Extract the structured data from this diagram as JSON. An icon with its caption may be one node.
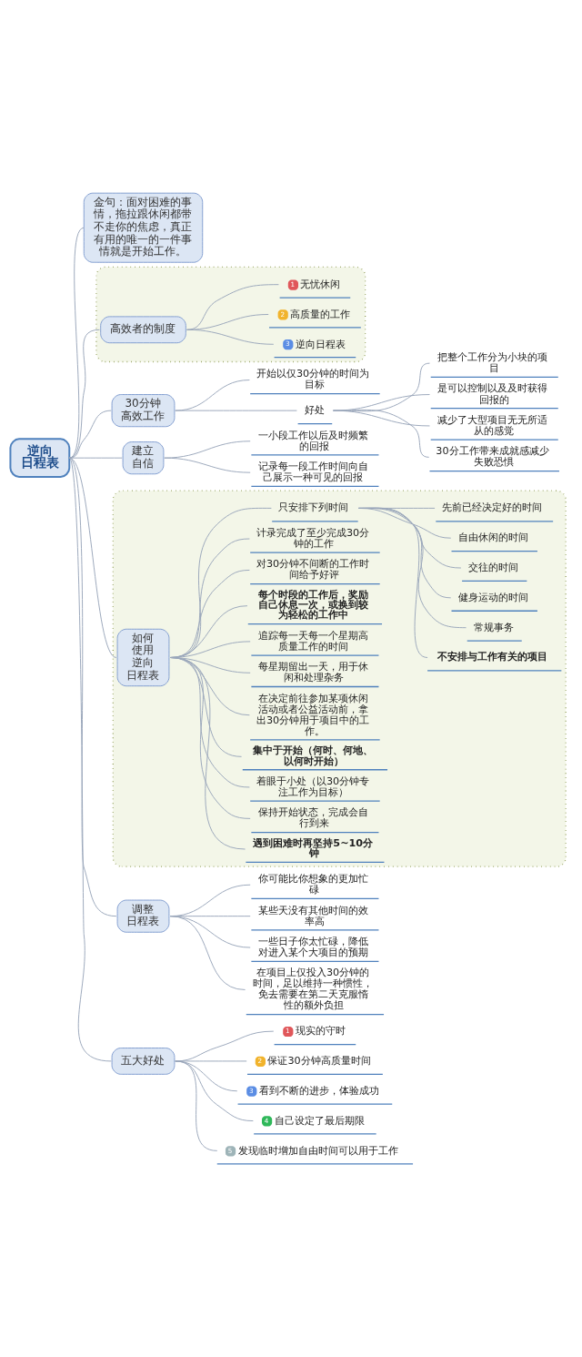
{
  "diagram": {
    "nodes": [
      {
        "text": [
          "逆向日程表"
        ]
      },
      {
        "text": [
          "金句：面对困难的事情，拖拉跟休闲都带不走你的焦虑，真正有用的唯一的一件事情就是开始工作。"
        ]
      },
      {
        "text": [],
        "shape": "box"
      },
      {
        "text": [
          "高效者的制度"
        ],
        "in": 2
      },
      {
        "text": [
          "1",
          "无忧休闲"
        ],
        "in": 2
      },
      {
        "text": [
          "2",
          "高质量的工作"
        ],
        "in": 2
      },
      {
        "text": [
          "3",
          "逆向日程表"
        ],
        "in": 2
      },
      {
        "text": [
          "30分钟高效工作"
        ]
      },
      {
        "text": [
          "开始以仅30分钟的时间为目标"
        ]
      },
      {
        "text": [
          "好处"
        ]
      },
      {
        "text": [
          "把整个工作分为小块的项目"
        ]
      },
      {
        "text": [
          "是可以控制以及及时获得回报的"
        ]
      },
      {
        "text": [
          "减少了大型项目无无所适从的感觉"
        ]
      },
      {
        "text": [
          "30分工作带来成就感减少失败恐惧"
        ]
      },
      {
        "text": [
          "建立自信"
        ]
      },
      {
        "text": [
          "一小段工作以后及时频繁的回报"
        ]
      },
      {
        "text": [
          "记录每一段工作时间向自己展示一种可见的回报"
        ]
      },
      {
        "text": [],
        "shape": "box"
      },
      {
        "text": [
          "如何使用逆向日程表"
        ],
        "in": 17
      },
      {
        "text": [
          "只安排下列时间"
        ],
        "in": 17
      },
      {
        "text": [
          "先前已经决定好的时间"
        ],
        "in": 17
      },
      {
        "text": [
          "自由休闲的时间"
        ],
        "in": 17
      },
      {
        "text": [
          "交往的时间"
        ],
        "in": 17
      },
      {
        "text": [
          "健身运动的时间"
        ],
        "in": 17
      },
      {
        "text": [
          "常规事务"
        ],
        "in": 17
      },
      {
        "text": [
          "不安排与工作有关的项目"
        ],
        "in": 17
      },
      {
        "text": [
          "计录完成了至少完成30分钟的工作"
        ],
        "in": 17
      },
      {
        "text": [
          "对30分钟不间断的工作时间给予好评"
        ],
        "in": 17
      },
      {
        "text": [
          "每个时段的工作后，奖励自己休息一次，或换到较为轻松的工作中"
        ],
        "in": 17
      },
      {
        "text": [
          "追踪每一天每一个星期高质量工作的时间"
        ],
        "in": 17
      },
      {
        "text": [
          "每星期留出一天，用于休闲和处理杂务"
        ],
        "in": 17
      },
      {
        "text": [
          "在决定前往参加某项休闲活动或者公益活动前，拿出30分钟用于项目中的工作。"
        ],
        "in": 17
      },
      {
        "text": [
          "集中于开始（何时、何地、以何时开始）"
        ],
        "in": 17
      },
      {
        "text": [
          "着眼于小处（以30分钟专注工作为目标）"
        ],
        "in": 17
      },
      {
        "text": [
          "保持开始状态，完成会自行到来"
        ],
        "in": 17
      },
      {
        "text": [
          "遇到困难时再坚持5~10分钟"
        ],
        "in": 17
      },
      {
        "text": [
          "调整日程表"
        ]
      },
      {
        "text": [
          "你可能比你想象的更加忙碌"
        ]
      },
      {
        "text": [
          "某些天没有其他时间的效率高"
        ]
      },
      {
        "text": [
          "一些日子你太忙碌，降低对进入某个大项目的预期"
        ]
      },
      {
        "text": [
          "在项目上仅投入30分钟的时间，足以维持一种惯性，免去需要在第二天克服惰性的额外负担"
        ]
      },
      {
        "text": [
          "五大好处"
        ]
      },
      {
        "text": [
          "1",
          "现实的守时"
        ]
      },
      {
        "text": [
          "2",
          "保证30分钟高质量时间"
        ]
      },
      {
        "text": [
          "3",
          "看到不断的进步，体验成功"
        ]
      },
      {
        "text": [
          "4",
          "自己设定了最后期限"
        ]
      },
      {
        "text": [
          "5",
          "发现临时增加自由时间可以用于工作"
        ]
      }
    ],
    "edges": [
      {
        "from": 0,
        "to": 1,
        "arrow": "none"
      },
      {
        "from": 0,
        "to": 3,
        "arrow": "none"
      },
      {
        "from": 0,
        "to": 7,
        "arrow": "none"
      },
      {
        "from": 0,
        "to": 14,
        "arrow": "none"
      },
      {
        "from": 0,
        "to": 18,
        "arrow": "none"
      },
      {
        "from": 0,
        "to": 36,
        "arrow": "none"
      },
      {
        "from": 0,
        "to": 41,
        "arrow": "none"
      },
      {
        "from": 3,
        "to": 4,
        "arrow": "none"
      },
      {
        "from": 3,
        "to": 5,
        "arrow": "none"
      },
      {
        "from": 3,
        "to": 6,
        "arrow": "none"
      },
      {
        "from": 7,
        "to": 8,
        "arrow": "none"
      },
      {
        "from": 7,
        "to": 9,
        "arrow": "none"
      },
      {
        "from": 9,
        "to": 10,
        "arrow": "none"
      },
      {
        "from": 9,
        "to": 11,
        "arrow": "none"
      },
      {
        "from": 9,
        "to": 12,
        "arrow": "none"
      },
      {
        "from": 9,
        "to": 13,
        "arrow": "none"
      },
      {
        "from": 14,
        "to": 15,
        "arrow": "none"
      },
      {
        "from": 14,
        "to": 16,
        "arrow": "none"
      },
      {
        "from": 18,
        "to": 19,
        "arrow": "none"
      },
      {
        "from": 19,
        "to": 20,
        "arrow": "none"
      },
      {
        "from": 19,
        "to": 21,
        "arrow": "none"
      },
      {
        "from": 19,
        "to": 22,
        "arrow": "none"
      },
      {
        "from": 19,
        "to": 23,
        "arrow": "none"
      },
      {
        "from": 19,
        "to": 24,
        "arrow": "none"
      },
      {
        "from": 19,
        "to": 25,
        "arrow": "none"
      },
      {
        "from": 18,
        "to": 26,
        "arrow": "none"
      },
      {
        "from": 18,
        "to": 27,
        "arrow": "none"
      },
      {
        "from": 18,
        "to": 28,
        "arrow": "none"
      },
      {
        "from": 18,
        "to": 29,
        "arrow": "none"
      },
      {
        "from": 18,
        "to": 30,
        "arrow": "none"
      },
      {
        "from": 18,
        "to": 31,
        "arrow": "none"
      },
      {
        "from": 18,
        "to": 32,
        "arrow": "none"
      },
      {
        "from": 18,
        "to": 33,
        "arrow": "none"
      },
      {
        "from": 18,
        "to": 34,
        "arrow": "none"
      },
      {
        "from": 18,
        "to": 35,
        "arrow": "none"
      },
      {
        "from": 36,
        "to": 37,
        "arrow": "none"
      },
      {
        "from": 36,
        "to": 38,
        "arrow": "none"
      },
      {
        "from": 36,
        "to": 39,
        "arrow": "none"
      },
      {
        "from": 36,
        "to": 40,
        "arrow": "none"
      },
      {
        "from": 41,
        "to": 42,
        "arrow": "none"
      },
      {
        "from": 41,
        "to": 43,
        "arrow": "none"
      },
      {
        "from": 41,
        "to": 44,
        "arrow": "none"
      },
      {
        "from": 41,
        "to": 45,
        "arrow": "none"
      },
      {
        "from": 41,
        "to": 46,
        "arrow": "none"
      }
    ]
  }
}
